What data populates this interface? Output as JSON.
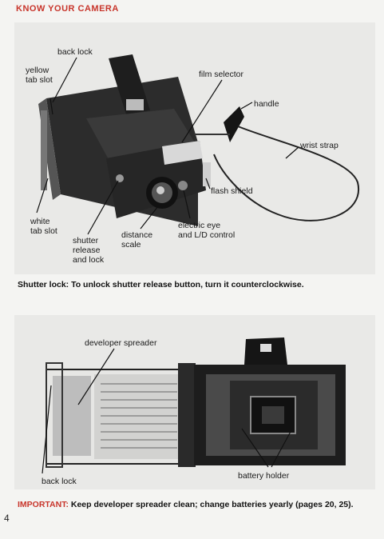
{
  "header": {
    "title": "KNOW YOUR CAMERA"
  },
  "figure1": {
    "labels": {
      "back_lock": "back lock",
      "yellow_tab_slot": "yellow\ntab slot",
      "film_selector": "film selector",
      "handle": "handle",
      "wrist_strap": "wrist strap",
      "flash_shield": "flash shield",
      "white_tab_slot": "white\ntab slot",
      "shutter_release_lock": "shutter\nrelease\nand lock",
      "distance_scale": "distance\nscale",
      "electric_eye": "electric eye\nand  L/D control"
    },
    "caption": "Shutter lock: To unlock shutter release button, turn it counterclockwise."
  },
  "figure2": {
    "labels": {
      "developer_spreader": "developer spreader",
      "back_lock": "back lock",
      "battery_holder": "battery holder"
    },
    "caption_keyword": "IMPORTANT:",
    "caption_text": " Keep developer spreader clean; change batteries yearly (pages 20, 25)."
  },
  "footer": {
    "page_number": "4"
  }
}
